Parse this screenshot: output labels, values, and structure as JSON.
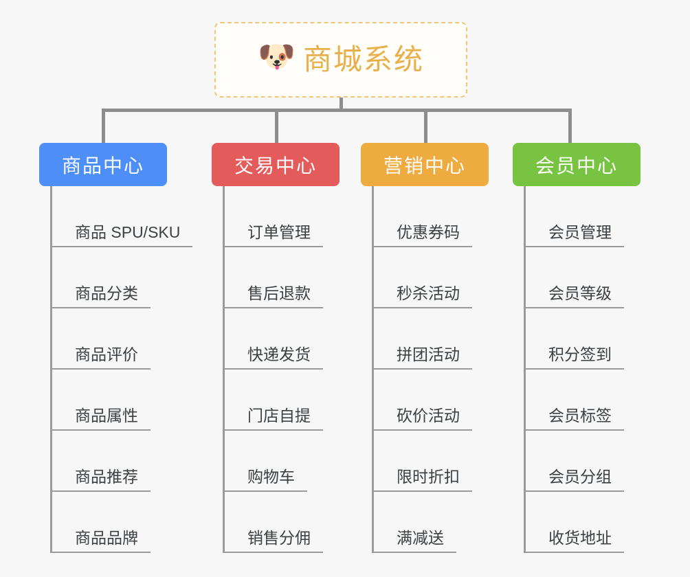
{
  "page": {
    "background_color": "#f7f7f7",
    "title": "商城系统"
  },
  "root": {
    "icon": "shiba-dog-face-emoji",
    "emoji": "🐶",
    "label": "商城系统",
    "text_color": "#e8b04b",
    "border_color": "#f0c675",
    "background_color": "#fffefb"
  },
  "columns": [
    {
      "id": "product-center",
      "header": "商品中心",
      "color": "#4e8ef7",
      "items": [
        "商品 SPU/SKU",
        "商品分类",
        "商品评价",
        "商品属性",
        "商品推荐",
        "商品品牌"
      ]
    },
    {
      "id": "trade-center",
      "header": "交易中心",
      "color": "#e35b5a",
      "items": [
        "订单管理",
        "售后退款",
        "快递发货",
        "门店自提",
        "购物车",
        "销售分佣"
      ]
    },
    {
      "id": "marketing-center",
      "header": "营销中心",
      "color": "#eeab40",
      "items": [
        "优惠券码",
        "秒杀活动",
        "拼团活动",
        "砍价活动",
        "限时折扣",
        "满减送"
      ]
    },
    {
      "id": "member-center",
      "header": "会员中心",
      "color": "#79c343",
      "items": [
        "会员管理",
        "会员等级",
        "积分签到",
        "会员标签",
        "会员分组",
        "收货地址"
      ]
    }
  ]
}
